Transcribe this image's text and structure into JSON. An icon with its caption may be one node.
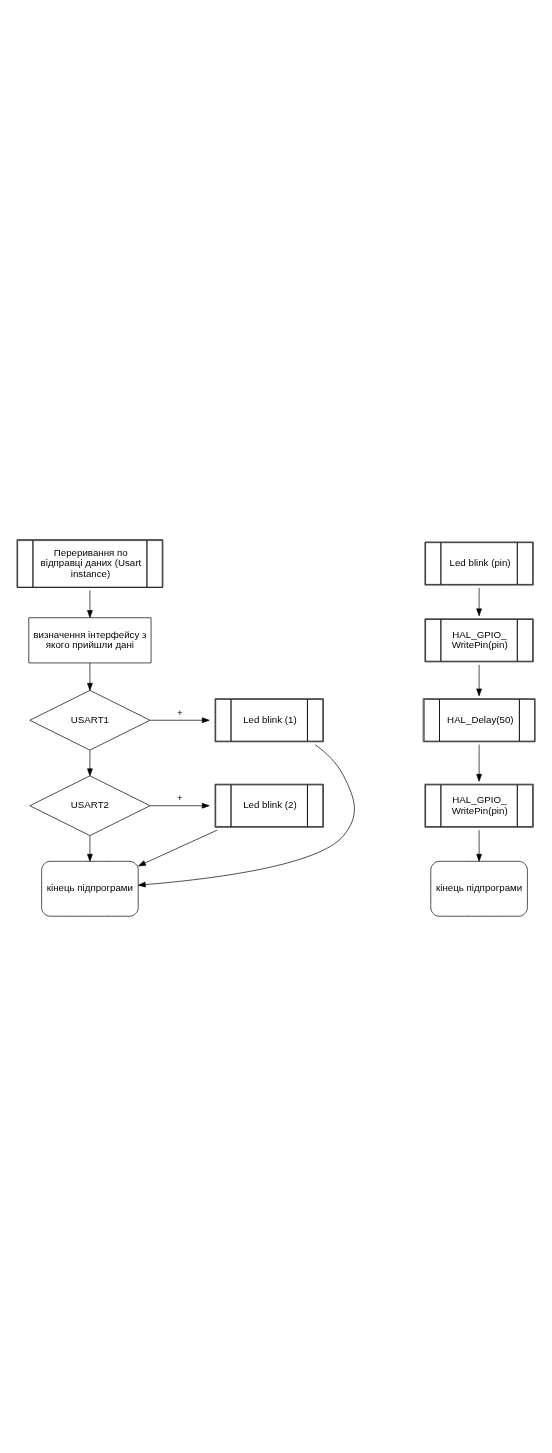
{
  "diagram": {
    "nodes": [
      {
        "text": [
          "Переривання по відправці даних (Usart instance)"
        ]
      },
      {
        "text": [
          "визначення інтерфейсу з якого прийшли дані"
        ]
      },
      {
        "text": [
          "USART1"
        ]
      },
      {
        "text": [
          "Led blink (1)"
        ]
      },
      {
        "text": [
          "USART2"
        ]
      },
      {
        "text": [
          "Led blink (2)"
        ]
      },
      {
        "text": [
          "кінець підпрограми"
        ]
      },
      {
        "text": [
          "Led blink (pin)"
        ]
      },
      {
        "text": [
          "HAL_GPIO_ WritePin(pin)"
        ]
      },
      {
        "text": [
          "HAL_Delay(50)"
        ]
      },
      {
        "text": [
          "HAL_GPIO_ WritePin(pin)"
        ]
      },
      {
        "text": [
          "кінець підпрограми"
        ]
      }
    ],
    "edges": [
      {
        "from": 0,
        "to": 1,
        "arrow": "to"
      },
      {
        "from": 1,
        "to": 2,
        "arrow": "to"
      },
      {
        "from": 2,
        "to": 3,
        "arrow": "to",
        "label": "+"
      },
      {
        "from": 2,
        "to": 4,
        "arrow": "to"
      },
      {
        "from": 4,
        "to": 5,
        "arrow": "to",
        "label": "+"
      },
      {
        "from": 4,
        "to": 6,
        "arrow": "to"
      },
      {
        "from": 3,
        "to": 6,
        "arrow": "to"
      },
      {
        "from": 5,
        "to": 6,
        "arrow": "to"
      },
      {
        "from": 7,
        "to": 8,
        "arrow": "to"
      },
      {
        "from": 8,
        "to": 9,
        "arrow": "to"
      },
      {
        "from": 9,
        "to": 10,
        "arrow": "to"
      },
      {
        "from": 10,
        "to": 11,
        "arrow": "to"
      }
    ]
  }
}
